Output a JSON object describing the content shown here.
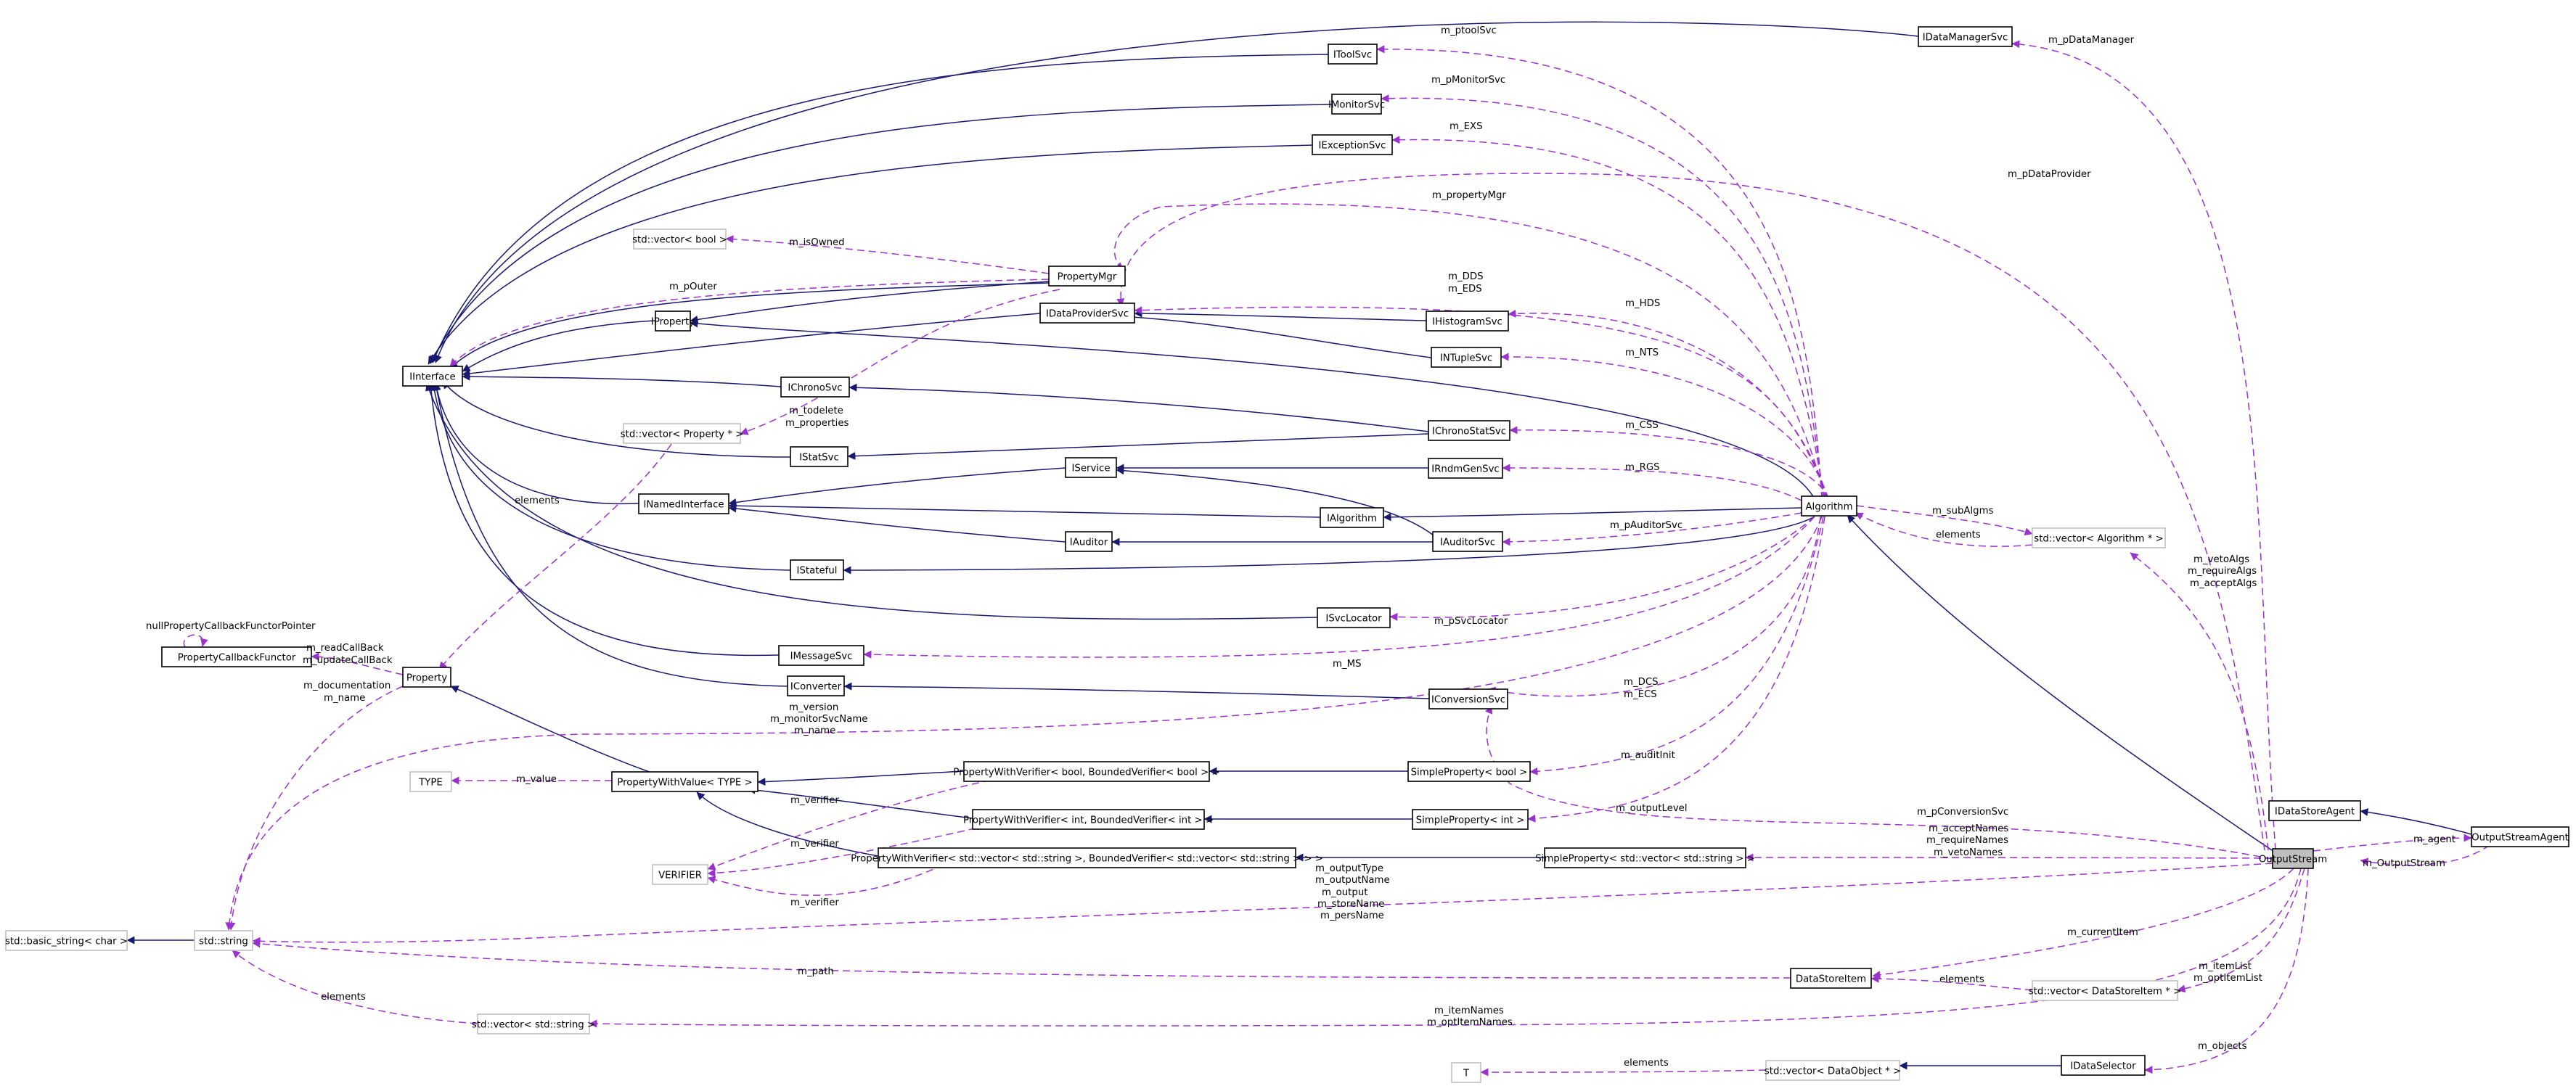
{
  "diagram": {
    "title": "OutputStream",
    "colors": {
      "inheritance_edge": "#191970",
      "usage_edge": "#9a32cd",
      "focus_fill": "#bfbfbf",
      "node_border": "#000000",
      "external_node_border": "#bfbfbf"
    },
    "nodes": {
      "IDataManagerSvc": "IDataManagerSvc",
      "IToolSvc": "IToolSvc",
      "IMonitorSvc": "IMonitorSvc",
      "IExceptionSvc": "IExceptionSvc",
      "PropertyMgr": "PropertyMgr",
      "vector_bool": "std::vector< bool >",
      "IDataProviderSvc": "IDataProviderSvc",
      "IProperty": "IProperty",
      "IHistogramSvc": "IHistogramSvc",
      "INTupleSvc": "INTupleSvc",
      "IInterface": "IInterface",
      "IChronoSvc": "IChronoSvc",
      "vector_property": "std::vector< Property * >",
      "IChronoStatSvc": "IChronoStatSvc",
      "IStatSvc": "IStatSvc",
      "IService": "IService",
      "IRndmGenSvc": "IRndmGenSvc",
      "INamedInterface": "INamedInterface",
      "IAlgorithm": "IAlgorithm",
      "Algorithm": "Algorithm",
      "vector_algorithm": "std::vector< Algorithm * >",
      "IAuditor": "IAuditor",
      "IAuditorSvc": "IAuditorSvc",
      "IStateful": "IStateful",
      "ISvcLocator": "ISvcLocator",
      "nullPropertyCallbackFunctorPointer": "nullPropertyCallbackFunctorPointer",
      "PropertyCallbackFunctor": "PropertyCallbackFunctor",
      "IMessageSvc": "IMessageSvc",
      "Property": "Property",
      "IConverter": "IConverter",
      "IConversionSvc": "IConversionSvc",
      "TYPE": "TYPE",
      "PropertyWithValue": "PropertyWithValue< TYPE >",
      "PWV_bool": "PropertyWithVerifier< bool, BoundedVerifier< bool > >",
      "SimpleProperty_bool": "SimpleProperty< bool >",
      "PWV_int": "PropertyWithVerifier< int, BoundedVerifier< int > >",
      "SimpleProperty_int": "SimpleProperty< int >",
      "IDataStoreAgent": "IDataStoreAgent",
      "VERIFIER": "VERIFIER",
      "PWV_vecstring": "PropertyWithVerifier< std::vector< std::string >, BoundedVerifier< std::vector< std::string > > >",
      "SimpleProperty_vecstring": "SimpleProperty< std::vector< std::string > >",
      "OutputStream": "OutputStream",
      "OutputStreamAgent": "OutputStreamAgent",
      "basic_string": "std::basic_string< char >",
      "std_string": "std::string",
      "DataStoreItem": "DataStoreItem",
      "vector_datastoreitem": "std::vector< DataStoreItem * >",
      "vector_string": "std::vector< std::string >",
      "T": "T",
      "vector_dataobject": "std::vector< DataObject * >",
      "IDataSelector": "IDataSelector"
    },
    "edge_labels": {
      "m_ptoolSvc": "m_ptoolSvc",
      "m_pMonitorSvc": "m_pMonitorSvc",
      "m_EXS": "m_EXS",
      "m_pDataProvider": "m_pDataProvider",
      "m_pDataManager": "m_pDataManager",
      "m_propertyMgr": "m_propertyMgr",
      "m_isOwned": "m_isOwned",
      "m_DDS": "m_DDS",
      "m_EDS": "m_EDS",
      "m_pOuter": "m_pOuter",
      "m_HDS": "m_HDS",
      "m_NTS": "m_NTS",
      "m_todelete": "m_todelete",
      "m_properties": "m_properties",
      "m_CSS": "m_CSS",
      "m_RGS": "m_RGS",
      "elements_property": "elements",
      "m_subAlgms": "m_subAlgms",
      "elements_algorithm": "elements",
      "m_pAuditorSvc": "m_pAuditorSvc",
      "m_vetoAlgs": "m_vetoAlgs",
      "m_requireAlgs": "m_requireAlgs",
      "m_acceptAlgs": "m_acceptAlgs",
      "m_pSvcLocator": "m_pSvcLocator",
      "m_readCallBack": "m_readCallBack",
      "m_updateCallBack": "m_updateCallBack",
      "m_MS": "m_MS",
      "m_documentation": "m_documentation",
      "m_name_property": "m_name",
      "m_DCS": "m_DCS",
      "m_ECS": "m_ECS",
      "m_version": "m_version",
      "m_monitorSvcName": "m_monitorSvcName",
      "m_name_algorithm": "m_name",
      "m_auditInit": "m_auditInit",
      "m_value": "m_value",
      "m_verifier_1": "m_verifier",
      "m_verifier_2": "m_verifier",
      "m_verifier_3": "m_verifier",
      "m_outputLevel": "m_outputLevel",
      "m_pConversionSvc": "m_pConversionSvc",
      "m_agent": "m_agent",
      "m_acceptNames": "m_acceptNames",
      "m_requireNames": "m_requireNames",
      "m_vetoNames": "m_vetoNames",
      "m_OutputStream": "m_OutputStream",
      "m_outputType": "m_outputType",
      "m_outputName": "m_outputName",
      "m_output": "m_output",
      "m_storeName": "m_storeName",
      "m_persName": "m_persName",
      "m_currentItem": "m_currentItem",
      "m_path": "m_path",
      "elements_datastoreitem": "elements",
      "m_itemList": "m_itemList",
      "m_optItemList": "m_optItemList",
      "elements_string": "elements",
      "m_itemNames": "m_itemNames",
      "m_optItemNames": "m_optItemNames",
      "elements_dataobject": "elements",
      "m_objects": "m_objects"
    }
  }
}
